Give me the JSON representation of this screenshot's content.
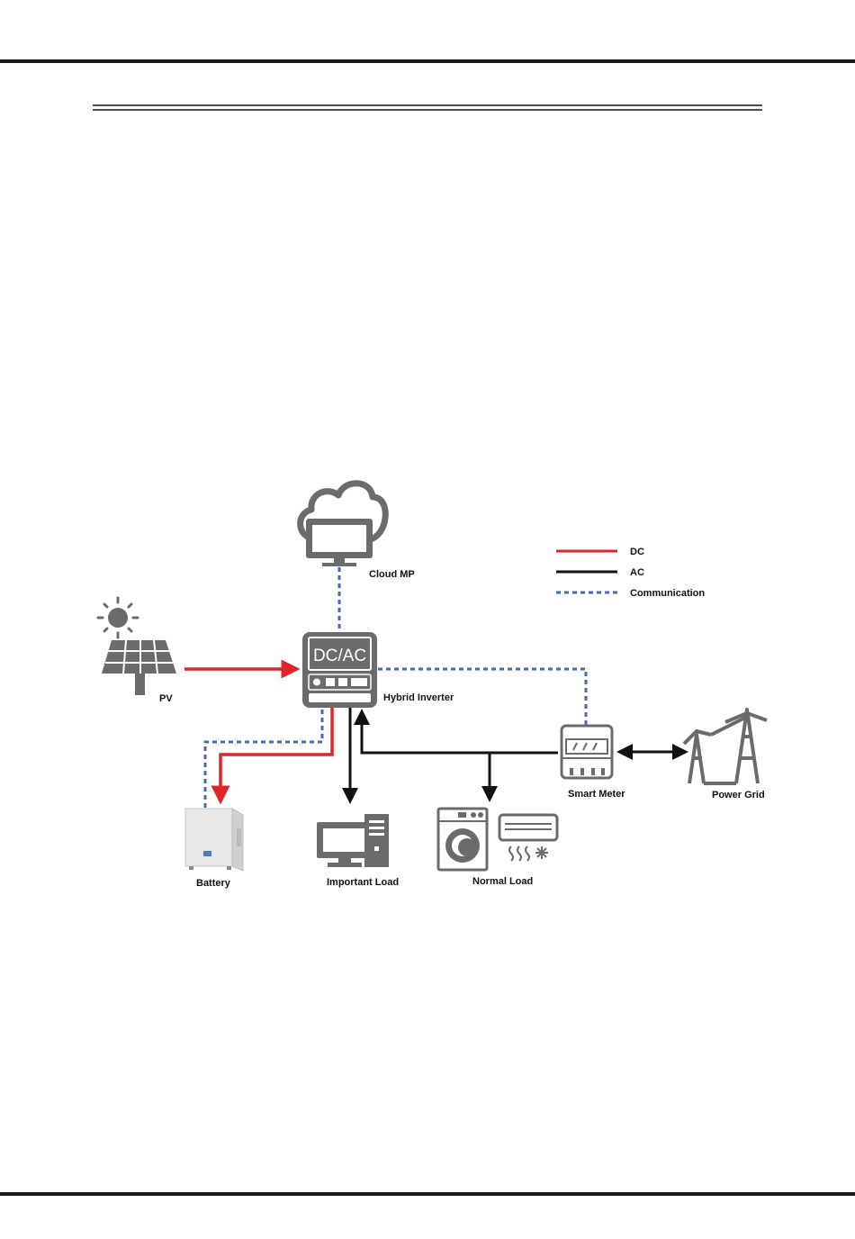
{
  "diagram": {
    "nodes": {
      "cloud": "Cloud MP",
      "pv": "PV",
      "inverter": "Hybrid Inverter",
      "inverter_screen": "DC/AC",
      "battery": "Battery",
      "important_load": "Important Load",
      "normal_load": "Normal Load",
      "smart_meter": "Smart Meter",
      "grid": "Power Grid"
    },
    "legend": [
      {
        "label": "DC",
        "color": "#e0242a",
        "style": "solid"
      },
      {
        "label": "AC",
        "color": "#111111",
        "style": "solid"
      },
      {
        "label": "Communication",
        "color": "#4a66b8",
        "style": "dashed"
      }
    ],
    "colors": {
      "dc": "#e0242a",
      "ac": "#111111",
      "comm": "#4a66b8",
      "icon": "#6b6b6b"
    }
  }
}
